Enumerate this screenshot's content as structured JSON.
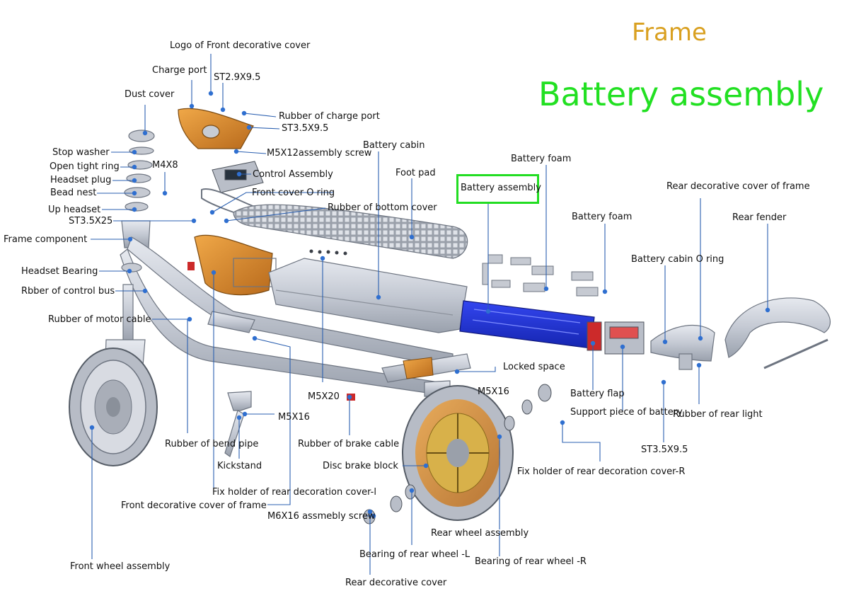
{
  "titles": {
    "frame": "Frame",
    "battery": "Battery assembly"
  },
  "colors": {
    "frame_title": "#d9a020",
    "battery_title": "#22e022",
    "highlight_box": "#22dd22",
    "leader": "#2a5fb0",
    "dot": "#2f6fd0",
    "frame_tube": "#c9ced8",
    "orange_part": "#d98a2a",
    "battery_blue": "#2233d8",
    "wheel_gold": "#d8b14a"
  },
  "labels": [
    {
      "id": "logo-front-decorative-cover",
      "text": "Logo of Front decorative cover"
    },
    {
      "id": "charge-port",
      "text": "Charge port"
    },
    {
      "id": "st29x95",
      "text": "ST2.9X9.5"
    },
    {
      "id": "dust-cover",
      "text": "Dust cover"
    },
    {
      "id": "rubber-charge-port",
      "text": "Rubber of charge port"
    },
    {
      "id": "st35x95-top",
      "text": "ST3.5X9.5"
    },
    {
      "id": "stop-washer",
      "text": "Stop washer"
    },
    {
      "id": "m5x12-screw",
      "text": "M5X12assembly screw"
    },
    {
      "id": "battery-cabin",
      "text": "Battery cabin"
    },
    {
      "id": "open-tight-ring",
      "text": "Open tight ring"
    },
    {
      "id": "m4x8",
      "text": "M4X8"
    },
    {
      "id": "control-assembly",
      "text": "Control Assembly"
    },
    {
      "id": "foot-pad",
      "text": "Foot pad"
    },
    {
      "id": "battery-foam-1",
      "text": "Battery foam"
    },
    {
      "id": "headset-plug",
      "text": "Headset plug"
    },
    {
      "id": "bead-nest",
      "text": "Bead nest"
    },
    {
      "id": "front-cover-o-ring",
      "text": "Front cover O ring"
    },
    {
      "id": "battery-assembly-label",
      "text": "Battery assembly"
    },
    {
      "id": "rear-decorative-cover-frame",
      "text": "Rear decorative cover of frame"
    },
    {
      "id": "up-headset",
      "text": "Up headset"
    },
    {
      "id": "rubber-bottom-cover",
      "text": "Rubber of bottom cover"
    },
    {
      "id": "st35x25",
      "text": "ST3.5X25"
    },
    {
      "id": "battery-foam-2",
      "text": "Battery foam"
    },
    {
      "id": "rear-fender",
      "text": "Rear fender"
    },
    {
      "id": "frame-component",
      "text": "Frame component"
    },
    {
      "id": "battery-cabin-o-ring",
      "text": "Battery cabin O ring"
    },
    {
      "id": "headset-bearing",
      "text": "Headset Bearing"
    },
    {
      "id": "rubber-control-bus",
      "text": "Rbber of control bus"
    },
    {
      "id": "rubber-motor-cable",
      "text": "Rubber of motor cable"
    },
    {
      "id": "locked-space",
      "text": "Locked space"
    },
    {
      "id": "m5x16-right",
      "text": "M5X16"
    },
    {
      "id": "m5x20",
      "text": "M5X20"
    },
    {
      "id": "battery-flap",
      "text": "Battery flap"
    },
    {
      "id": "m5x16-left",
      "text": "M5X16"
    },
    {
      "id": "support-piece-battery",
      "text": "Support piece of battery"
    },
    {
      "id": "rubber-rear-light",
      "text": "Rubber of rear light"
    },
    {
      "id": "rubber-bend-pipe",
      "text": "Rubber of bend pipe"
    },
    {
      "id": "rubber-brake-cable",
      "text": "Rubber of brake cable"
    },
    {
      "id": "st35x95-bottom",
      "text": "ST3.5X9.5"
    },
    {
      "id": "kickstand",
      "text": "Kickstand"
    },
    {
      "id": "disc-brake-block",
      "text": "Disc brake block"
    },
    {
      "id": "fix-holder-r",
      "text": "Fix holder of rear decoration cover-R"
    },
    {
      "id": "fix-holder-l",
      "text": "Fix holder of rear decoration cover-l"
    },
    {
      "id": "front-decorative-cover-frame",
      "text": "Front decorative cover of frame"
    },
    {
      "id": "m6x16-screw",
      "text": "M6X16 assmebly screw"
    },
    {
      "id": "rear-wheel-assembly",
      "text": "Rear wheel assembly"
    },
    {
      "id": "bearing-rear-wheel-l",
      "text": "Bearing of rear wheel -L"
    },
    {
      "id": "bearing-rear-wheel-r",
      "text": "Bearing of rear wheel -R"
    },
    {
      "id": "front-wheel-assembly",
      "text": "Front wheel assembly"
    },
    {
      "id": "rear-decorative-cover",
      "text": "Rear decorative cover"
    }
  ]
}
